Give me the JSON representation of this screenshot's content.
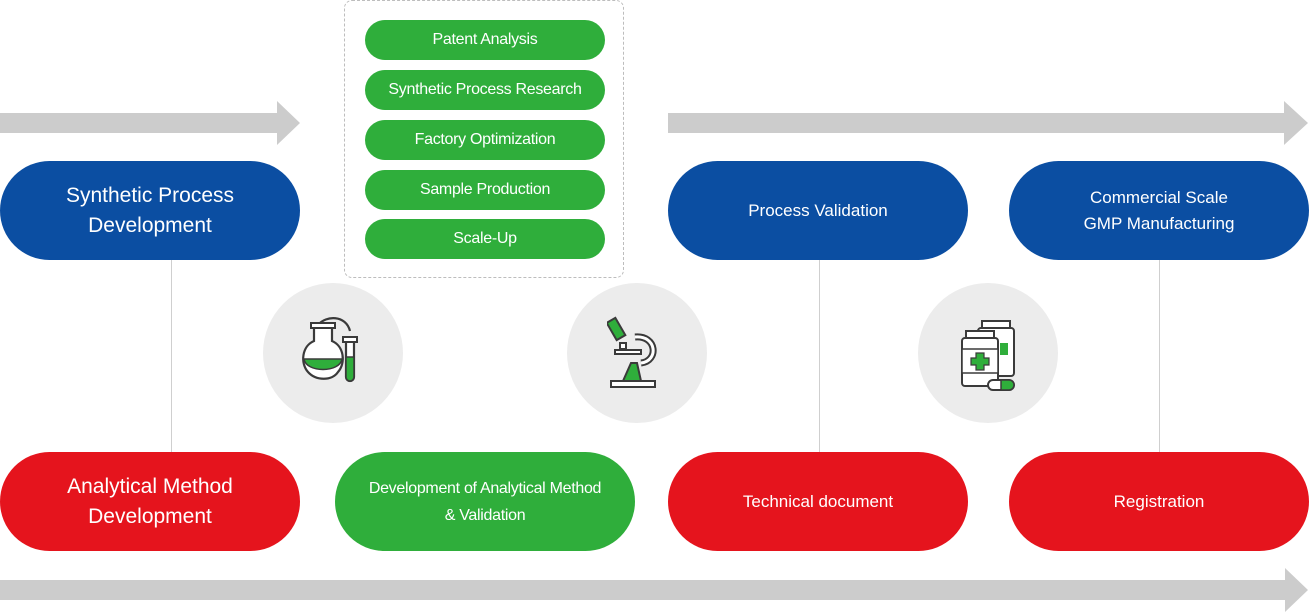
{
  "main_steps": {
    "synthetic_process_development": "Synthetic Process\nDevelopment",
    "process_validation": "Process Validation",
    "commercial_scale": "Commercial Scale\nGMP Manufacturing",
    "analytical_method_development": "Analytical Method\nDevelopment",
    "development_analytical_validation": "Development of Analytical Method\n& Validation",
    "technical_document": "Technical document",
    "registration": "Registration"
  },
  "sub_steps": [
    "Patent Analysis",
    "Synthetic Process Research",
    "Factory Optimization",
    "Sample Production",
    "Scale-Up"
  ],
  "icons": [
    "flask-icon",
    "microscope-icon",
    "medicine-bottles-icon"
  ],
  "colors": {
    "blue": "#0b4ea2",
    "red": "#e5141d",
    "green": "#2fae3b",
    "arrow_gray": "#cccccc",
    "circle_gray": "#ececec"
  }
}
